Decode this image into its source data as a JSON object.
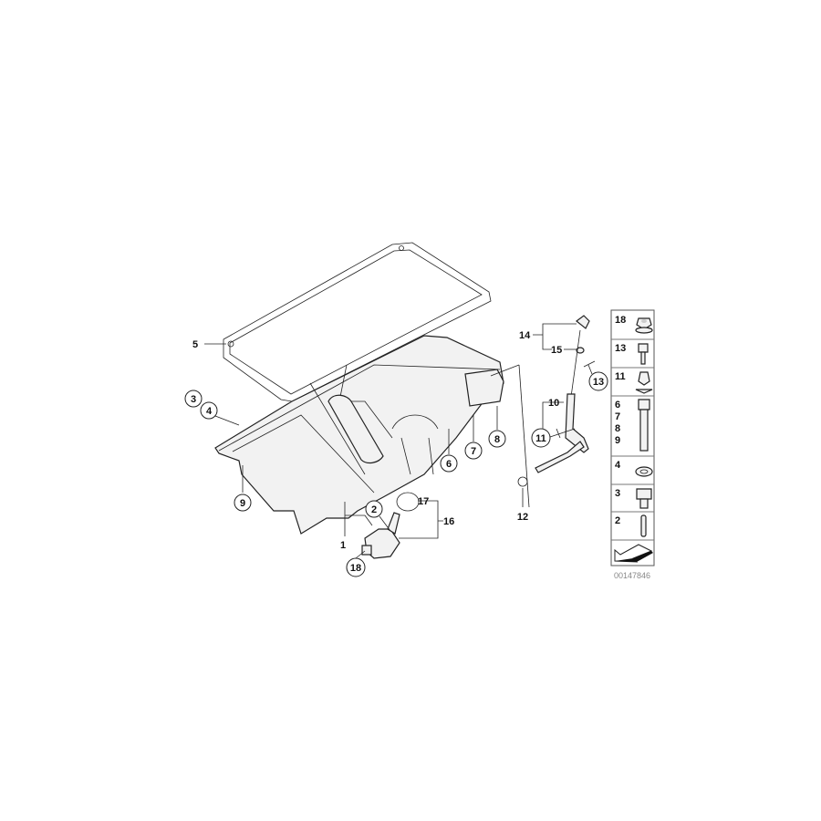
{
  "diagram": {
    "callouts": {
      "c1": "1",
      "c2": "2",
      "c3": "3",
      "c4": "4",
      "c5": "5",
      "c6": "6",
      "c7": "7",
      "c8": "8",
      "c9": "9",
      "c10": "10",
      "c11": "11",
      "c12": "12",
      "c13": "13",
      "c14": "14",
      "c15": "15",
      "c16": "16",
      "c17": "17",
      "c18": "18"
    },
    "legend_panel": {
      "rows": [
        {
          "labels": [
            "18"
          ],
          "icon": "flange-nut"
        },
        {
          "labels": [
            "13"
          ],
          "icon": "small-bolt"
        },
        {
          "labels": [
            "11"
          ],
          "icon": "clip"
        },
        {
          "labels": [
            "6",
            "7",
            "8",
            "9"
          ],
          "icon": "long-bolt"
        },
        {
          "labels": [
            "4"
          ],
          "icon": "washer"
        },
        {
          "labels": [
            "3"
          ],
          "icon": "hex-bolt"
        },
        {
          "labels": [
            "2"
          ],
          "icon": "stud"
        }
      ],
      "arrow_icon": "direction-arrow"
    },
    "diagram_code": "00147846"
  }
}
